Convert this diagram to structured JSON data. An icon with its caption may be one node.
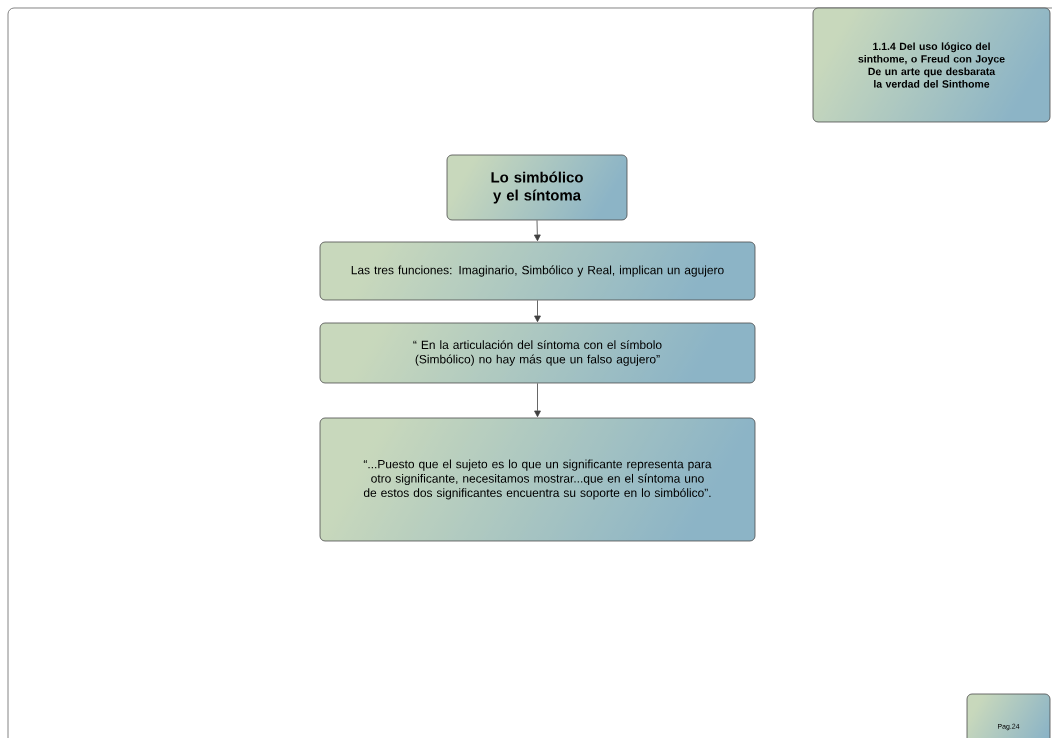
{
  "diagram": {
    "nodes": [
      {
        "text": [
          "1.1.4 Del uso lógico del sinthome, o Freud con Joyce",
          "De un arte que desbarata la verdad del Sinthome"
        ]
      },
      {
        "text": [
          "Lo simbólico y el síntoma"
        ]
      },
      {
        "text": [
          "Las tres funciones: Imaginario, Simbólico y Real, implican un agujero"
        ]
      },
      {
        "text": [
          "“ En la articulación del síntoma con el símbolo (Simbólico) no hay más que un falso agujero”"
        ]
      },
      {
        "text": [
          "“...Puesto que el sujeto es lo que un significante representa para otro significante, necesitamos mostrar...que en el síntoma uno de estos dos significantes encuentra su soporte en lo simbólico”."
        ]
      },
      {
        "text": [
          "Pag.24"
        ]
      }
    ],
    "edges": [
      {
        "from": 1,
        "to": 2,
        "arrow": "to"
      },
      {
        "from": 2,
        "to": 3,
        "arrow": "to"
      },
      {
        "from": 3,
        "to": 4,
        "arrow": "to"
      }
    ]
  }
}
